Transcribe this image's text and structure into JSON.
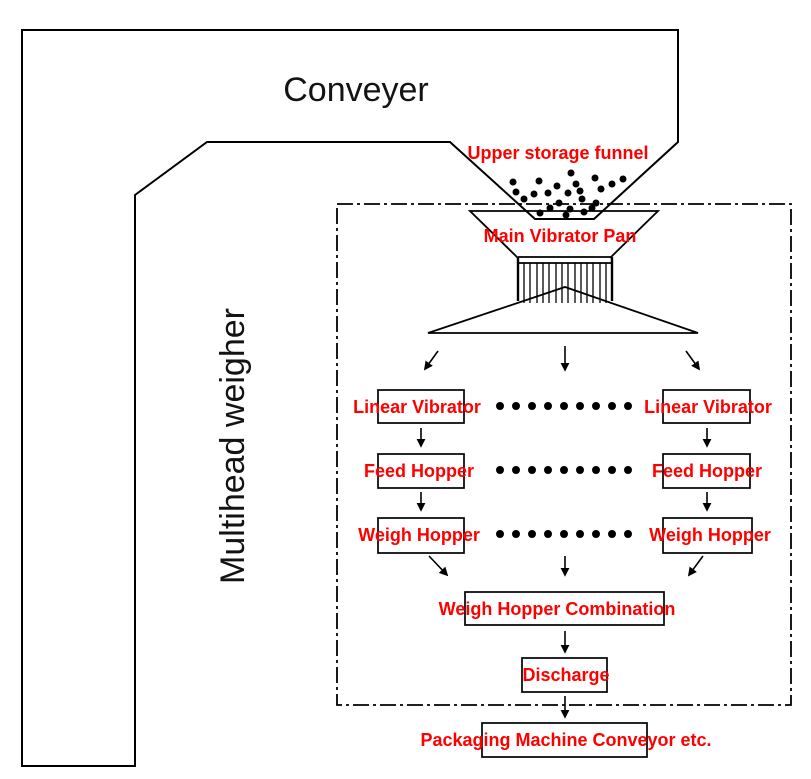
{
  "diagram": {
    "conveyor_label": "Conveyer",
    "weigher_label": "Multihead weigher",
    "upper_funnel_label": "Upper storage funnel",
    "main_vibrator_pan_label": "Main Vibrator Pan",
    "left_column": {
      "linear_vibrator": "Linear Vibrator",
      "feed_hopper": "Feed Hopper",
      "weigh_hopper": "Weigh Hopper"
    },
    "right_column": {
      "linear_vibrator": "Linear Vibrator",
      "feed_hopper": "Feed Hopper",
      "weigh_hopper": "Weigh Hopper"
    },
    "combination_label": "Weigh Hopper Combination",
    "discharge_label": "Discharge",
    "packaging_label": "Packaging Machine Conveyor etc.",
    "colors": {
      "label_red": "#fe0000",
      "line_black": "#000000",
      "background": "#ffffff"
    }
  }
}
